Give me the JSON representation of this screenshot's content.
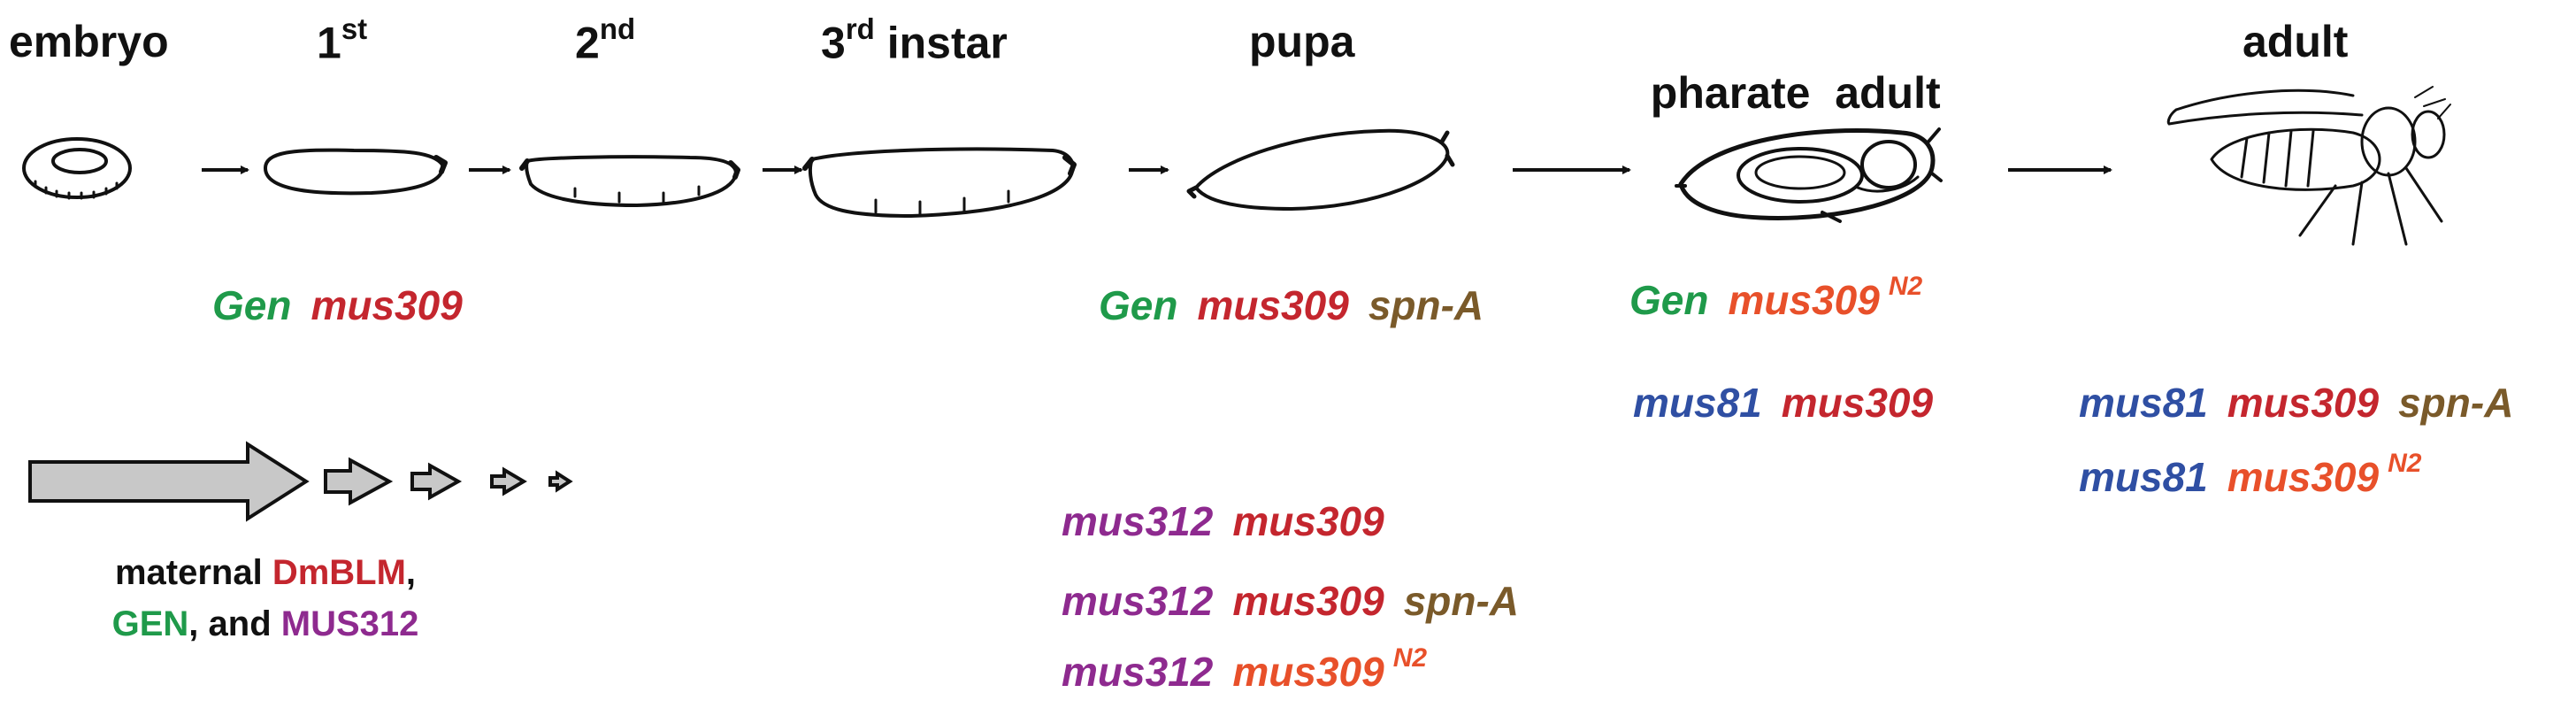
{
  "stages": [
    {
      "id": "embryo",
      "label": "embryo",
      "sup": ""
    },
    {
      "id": "first",
      "label": "1",
      "sup": "st"
    },
    {
      "id": "second",
      "label": "2",
      "sup": "nd"
    },
    {
      "id": "third",
      "label": "3",
      "sup": "rd",
      "extra": "instar"
    },
    {
      "id": "pupa",
      "label": "pupa",
      "sup": ""
    },
    {
      "id": "pharate",
      "label": "pharate  adult",
      "sup": ""
    },
    {
      "id": "adult",
      "label": "adult",
      "sup": ""
    }
  ],
  "colors": {
    "gen": "#1f9a4a",
    "mus309": "#c4262e",
    "mus309_n2": "#e8502a",
    "spnA": "#7a5a2a",
    "mus81": "#2f4fa3",
    "mus312": "#8e2a8f",
    "arrow_fill": "#c8c8c8",
    "stroke": "#111111"
  },
  "genotypes": {
    "larva": [
      {
        "g": "Gen",
        "c": "gen"
      },
      {
        "g": "mus309",
        "c": "mus309"
      }
    ],
    "pupa": [
      {
        "g": "Gen",
        "c": "gen"
      },
      {
        "g": "mus309",
        "c": "mus309"
      },
      {
        "g": "spn-A",
        "c": "spnA"
      }
    ],
    "pharate_1": [
      {
        "g": "Gen",
        "c": "gen"
      },
      {
        "g": "mus309",
        "c": "mus309_n2",
        "sup": "N2"
      }
    ],
    "pharate_2": [
      {
        "g": "mus81",
        "c": "mus81"
      },
      {
        "g": "mus309",
        "c": "mus309"
      }
    ],
    "adult_1": [
      {
        "g": "mus81",
        "c": "mus81"
      },
      {
        "g": "mus309",
        "c": "mus309"
      },
      {
        "g": "spn-A",
        "c": "spnA"
      }
    ],
    "adult_2": [
      {
        "g": "mus81",
        "c": "mus81"
      },
      {
        "g": "mus309",
        "c": "mus309_n2",
        "sup": "N2"
      }
    ],
    "pupa_b1": [
      {
        "g": "mus312",
        "c": "mus312"
      },
      {
        "g": "mus309",
        "c": "mus309"
      }
    ],
    "pupa_b2": [
      {
        "g": "mus312",
        "c": "mus312"
      },
      {
        "g": "mus309",
        "c": "mus309"
      },
      {
        "g": "spn-A",
        "c": "spnA"
      }
    ],
    "pupa_b3": [
      {
        "g": "mus312",
        "c": "mus312"
      },
      {
        "g": "mus309",
        "c": "mus309_n2",
        "sup": "N2"
      }
    ]
  },
  "maternal": {
    "line1": {
      "pre": "maternal ",
      "mid": "DmBLM",
      "post": ","
    },
    "line2": {
      "pre": "GEN",
      "mid": ", and ",
      "post": "MUS312"
    }
  }
}
